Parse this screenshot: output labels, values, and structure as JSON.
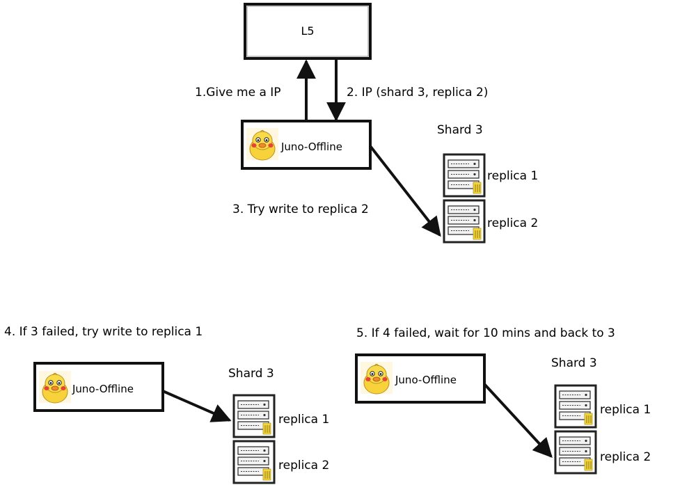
{
  "lb_label": "L5",
  "step1_label": "1.Give me a IP",
  "step2_label": "2. IP (shard 3, replica 2)",
  "step3_label": "3. Try write to replica 2",
  "step4_label": "4. If 3 failed,  try write to replica 1",
  "step5_label": "5.  If 4 failed, wait for 10 mins and back to 3",
  "client_label": "Juno-Offline",
  "shard_label": "Shard 3",
  "replica1_label": "replica 1",
  "replica2_label": "replica 2",
  "icons": {
    "client": "duck-avatar-icon",
    "replica": "server-rack-icon"
  }
}
